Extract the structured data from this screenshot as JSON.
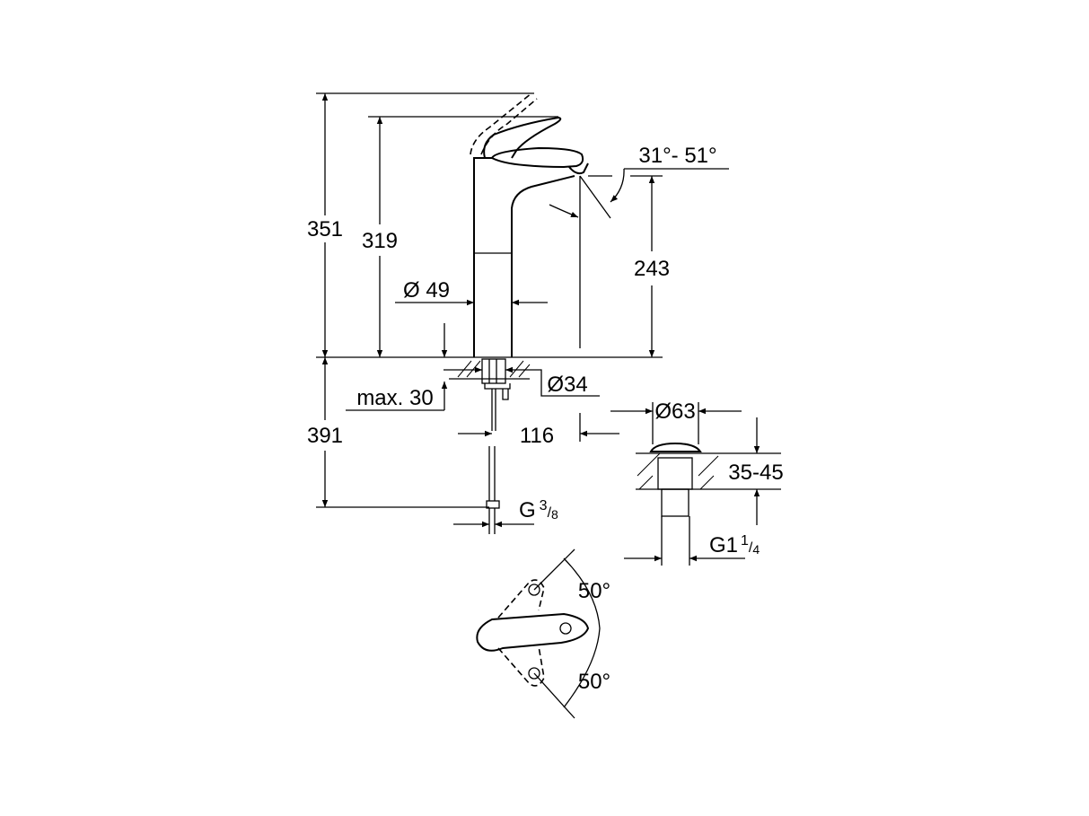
{
  "drawing": {
    "dimensions": {
      "overall_height": "351",
      "body_height": "319",
      "spout_height": "243",
      "spout_angle": "31°- 51°",
      "body_diameter": "Ø 49",
      "max_thickness": "max. 30",
      "hole_diameter": "Ø34",
      "below_height": "391",
      "spout_reach": "116",
      "connection_main": "G",
      "connection_num": "3",
      "connection_den": "8",
      "drain_diameter": "Ø63",
      "drain_range": "35-45",
      "drain_thread_main": "G1",
      "drain_thread_num": "1",
      "drain_thread_den": "4",
      "handle_angle_up": "50°",
      "handle_angle_down": "50°"
    }
  }
}
